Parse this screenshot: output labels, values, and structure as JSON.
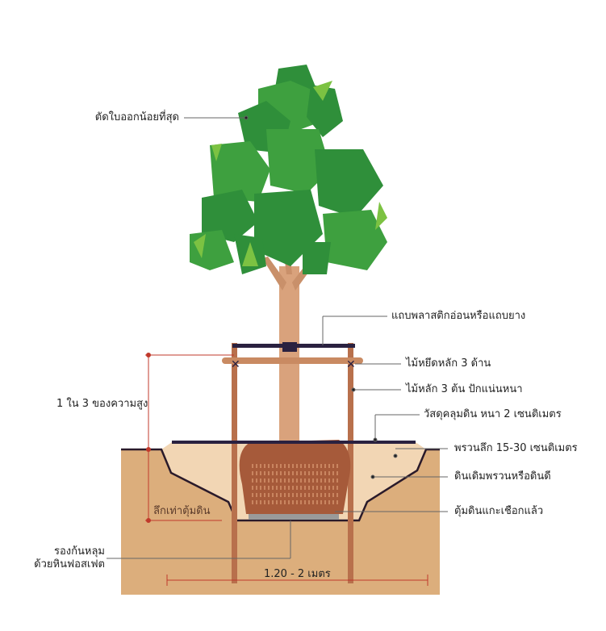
{
  "labels": {
    "prune": "ตัดใบออกน้อยที่สุด",
    "band": "แถบพลาสติกอ่อนหรือแถบยาง",
    "brace": "ไม้หยึดหลัก 3 ด้าน",
    "stakes": "ไม้หลัก 3 ต้น ปักแน่นหนา",
    "mulch": "วัสดุคลุมดิน หนา 2 เซนติเมตร",
    "loosen": "พรวนลึก 15-30 เซนติเมตร",
    "backfill": "ดินเดิมพรวนหรือดินดี",
    "rootball": "ตุ้มดินแกะเชือกแล้ว",
    "base_line1": "รองก้นหลุม",
    "base_line2": "ด้วยหินฟอสเฟต",
    "width": "1.20 - 2 เมตร",
    "depth": "ลึกเท่าตุ้มดิน",
    "height_ratio": "1 ใน 3 ของความสูง"
  },
  "colors": {
    "soil": "#dcae7c",
    "hole": "#f2d6b4",
    "rootball": "#a65a3a",
    "leaf": "#2f8f3a",
    "leaf_light": "#7cc242",
    "stake": "#b8704c",
    "dim": "#c0392b",
    "band": "#2a2140"
  }
}
